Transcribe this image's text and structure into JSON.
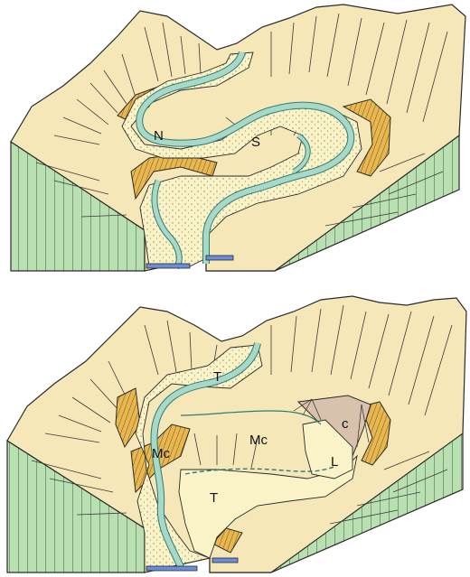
{
  "colors": {
    "terrain": "#f6e7b8",
    "valley_floor": "#fbf3c8",
    "river": "#a8d8c8",
    "river_edge": "#2f7c72",
    "block_side": "#b9e0b0",
    "scarp": "#e9b74c",
    "cone": "#d8c2ad",
    "line": "#2a2a2a"
  },
  "top_diagram": {
    "labels": {
      "neck": "N",
      "spur": "S"
    }
  },
  "bottom_diagram": {
    "labels": {
      "terrace_upper": "T",
      "meander_core_left": "Mc",
      "meander_core_center": "Mc",
      "lake": "L",
      "cone": "c",
      "terrace_lower": "T"
    }
  }
}
